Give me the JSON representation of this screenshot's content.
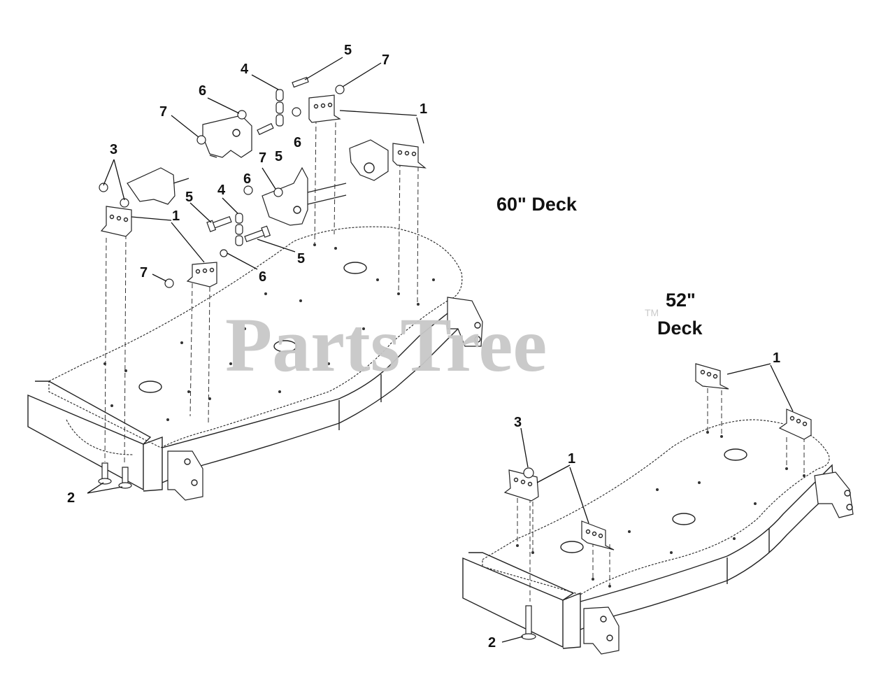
{
  "watermark": {
    "text": "PartsTree",
    "trademark": "TM"
  },
  "decks": {
    "deck60": {
      "title": "60\" Deck"
    },
    "deck52": {
      "title_line1": "52\"",
      "title_line2": "Deck"
    }
  },
  "callouts60": [
    {
      "id": "c60-1a",
      "text": "1"
    },
    {
      "id": "c60-1b",
      "text": "1"
    },
    {
      "id": "c60-2",
      "text": "2"
    },
    {
      "id": "c60-3",
      "text": "3"
    },
    {
      "id": "c60-4a",
      "text": "4"
    },
    {
      "id": "c60-4b",
      "text": "4"
    },
    {
      "id": "c60-5a",
      "text": "5"
    },
    {
      "id": "c60-5b",
      "text": "5"
    },
    {
      "id": "c60-5c",
      "text": "5"
    },
    {
      "id": "c60-5d",
      "text": "5"
    },
    {
      "id": "c60-6a",
      "text": "6"
    },
    {
      "id": "c60-6b",
      "text": "6"
    },
    {
      "id": "c60-6c",
      "text": "6"
    },
    {
      "id": "c60-6d",
      "text": "6"
    },
    {
      "id": "c60-7a",
      "text": "7"
    },
    {
      "id": "c60-7b",
      "text": "7"
    },
    {
      "id": "c60-7c",
      "text": "7"
    },
    {
      "id": "c60-7d",
      "text": "7"
    }
  ],
  "callouts52": [
    {
      "id": "c52-1a",
      "text": "1"
    },
    {
      "id": "c52-1b",
      "text": "1"
    },
    {
      "id": "c52-2",
      "text": "2"
    },
    {
      "id": "c52-3",
      "text": "3"
    }
  ]
}
